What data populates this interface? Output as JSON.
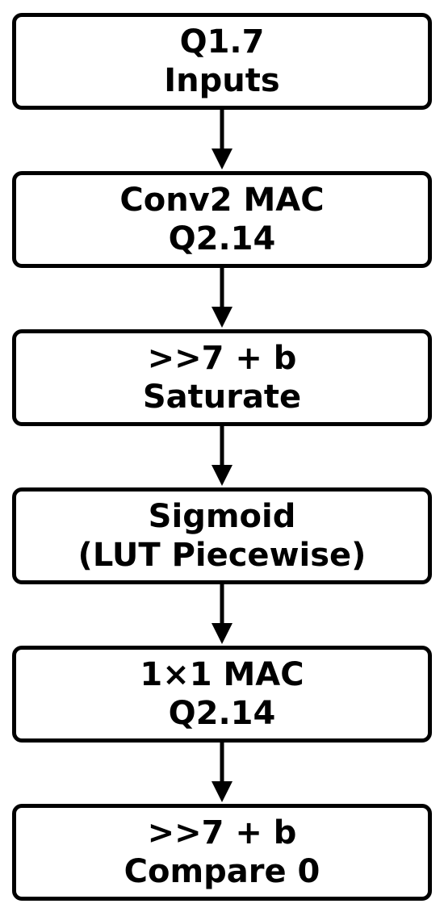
{
  "diagram": {
    "nodes": [
      {
        "id": "n0",
        "lines": [
          "Q1.7",
          "Inputs"
        ]
      },
      {
        "id": "n1",
        "lines": [
          "Conv2 MAC",
          "Q2.14"
        ]
      },
      {
        "id": "n2",
        "lines": [
          ">>7 + b",
          "Saturate"
        ]
      },
      {
        "id": "n3",
        "lines": [
          "Sigmoid",
          "(LUT Piecewise)"
        ]
      },
      {
        "id": "n4",
        "lines": [
          "1×1 MAC",
          "Q2.14"
        ]
      },
      {
        "id": "n5",
        "lines": [
          ">>7 + b",
          "Compare 0"
        ]
      }
    ],
    "edges": [
      {
        "from": "n0",
        "to": "n1"
      },
      {
        "from": "n1",
        "to": "n2"
      },
      {
        "from": "n2",
        "to": "n3"
      },
      {
        "from": "n3",
        "to": "n4"
      },
      {
        "from": "n4",
        "to": "n5"
      }
    ],
    "stroke_color": "#000000",
    "fill_color": "#ffffff"
  }
}
